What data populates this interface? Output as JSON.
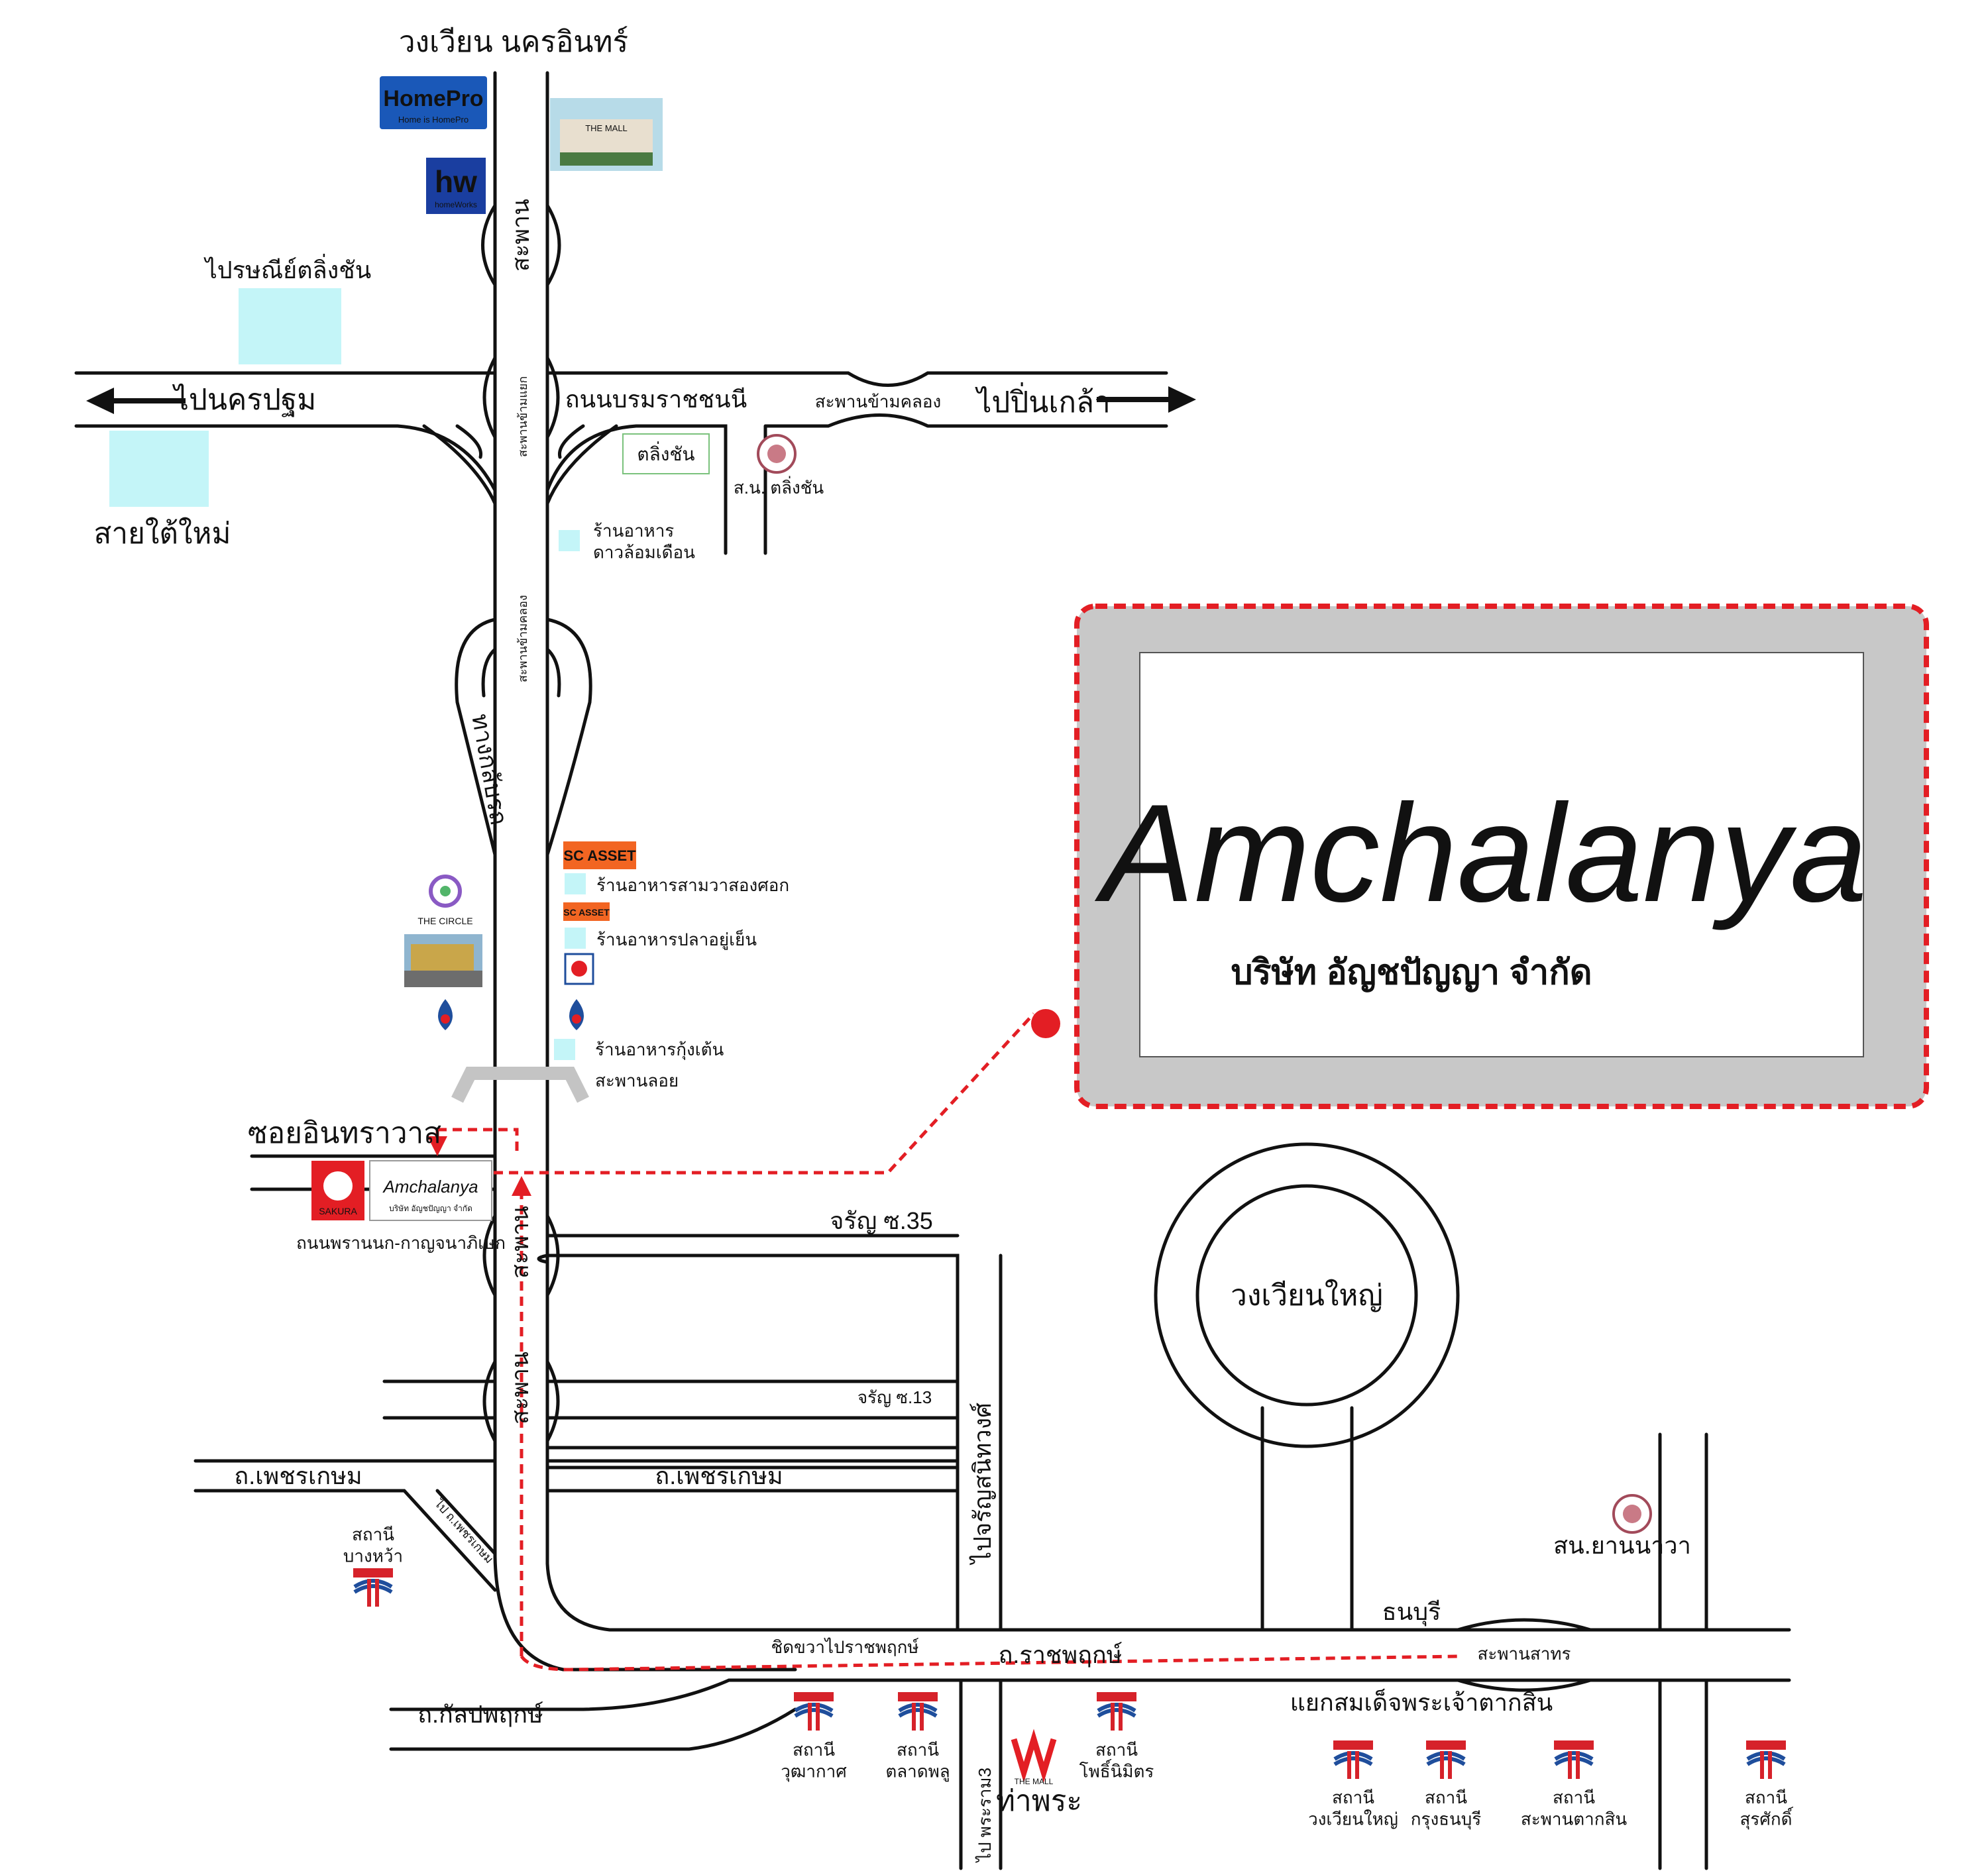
{
  "labels": {
    "nakhon_in_circle": "วงเวียน นครอินทร์",
    "post_office": "ไปรษณีย์ตลิ่งชัน",
    "to_nakhon_pathom": "ไปนครปฐม",
    "sai_tai_mai": "สายใต้ใหม่",
    "borommaratchachonnani": "ถนนบรมราชชนนี",
    "bridge_canal_top": "สะพานข้ามคลอง",
    "to_pinklao": "ไปปิ่นเกล้า",
    "police_talingchan": "ส.น. ตลิ่งชัน",
    "bridge_top_vertical": "สะพาน",
    "bridge_over_junction": "สะพานข้ามแยก",
    "bridge_over_canal_mid": "สะพานข้ามคลอง",
    "u_turn": "ทางกลับรถ",
    "restaurant_daolom": "ร้านอาหาร\nดาวล้อมเดือน",
    "restaurant_samwa": "ร้านอาหารสามวาสองศอก",
    "restaurant_pla": "ร้านอาหารปลาอยู่เย็น",
    "restaurant_kung": "ร้านอาหารกุ้งเต้น",
    "floating_bridge": "สะพานลอย",
    "soi_inthrawat": "ซอยอินทราวาส",
    "road_phran_nok": "ถนนพรานนก-กาญจนาภิเษก",
    "charan_35": "จรัญ ซ.35",
    "charan_13": "จรัญ ซ.13",
    "bridge_mid_vertical_1": "สะพาน",
    "bridge_mid_vertical_2": "สะพาน",
    "phetkasem_left": "ถ.เพชรเกษม",
    "phetkasem_right": "ถ.เพชรเกษม",
    "to_phetkasem_diag": "ไป ถ.เพชรเกษม",
    "station_bang_wa": "สถานี\nบางหว้า",
    "to_charansanitwong": "ไปจรัญสนิทวงศ์",
    "wongwian_yai": "วงเวียนใหญ่",
    "police_yannawa": "สน.ยานนาวา",
    "thonburi": "ธนบุรี",
    "keep_right": "ชิดขวาไปราชพฤกษ์",
    "ratchaphruek": "ถ.ราชพฤกษ์",
    "sathorn_bridge": "สะพานสาทร",
    "kanlapaphruek": "ถ.กัลปพฤกษ์",
    "taksin_junction": "แยกสมเด็จพระเจ้าตากสิน",
    "to_rama3": "ไป พระราม3",
    "tha_phra": "ท่าพระ",
    "station_wutthakat": "สถานี\nวุฒากาศ",
    "station_talat_phlu": "สถานี\nตลาดพลู",
    "station_pho_nimit": "สถานี\nโพธิ์นิมิตร",
    "station_wongwian_yai": "สถานี\nวงเวียนใหญ่",
    "station_krung_thonburi": "สถานี\nกรุงธนบุรี",
    "station_saphan_taksin": "สถานี\nสะพานตากสิน",
    "station_surasak": "สถานี\nสุรศักดิ์"
  },
  "logos": {
    "homepro": "HomePro",
    "homepro_tagline": "Home is HomePro",
    "homeworks": "hw",
    "homeworks_sub": "homeWorks",
    "mall_sign": "THE MALL",
    "sc_asset": "SC ASSET",
    "the_circle": "THE CIRCLE",
    "sakura": "SAKURA",
    "bts": "BTS",
    "mall_logo": "THE MALL",
    "talingchan_hospital": "ตลิ่งชัน",
    "small_signature": "Amchalanya",
    "small_company": "บริษัท อัญชปัญญา จำกัด"
  },
  "company": {
    "signature": "Amchalanya",
    "name": "บริษัท อัญชปัญญา จำกัด"
  },
  "colors": {
    "route": "#e31e24",
    "panel_fill": "#c8c8c8",
    "place_block": "#c4f5f8",
    "bts_red": "#d6222a",
    "bts_blue": "#1f4e9c",
    "homepro_blue": "#1a58b8",
    "sc_asset_orange": "#f26522"
  }
}
